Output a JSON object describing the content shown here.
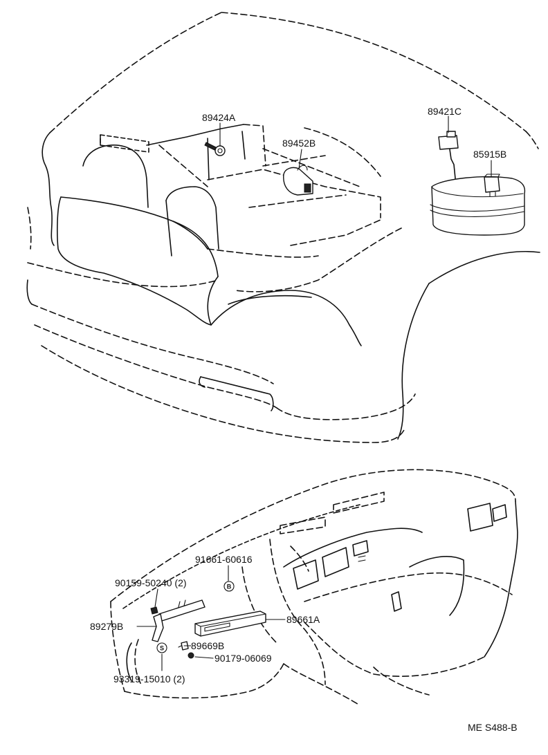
{
  "part_labels": {
    "p89424A": "89424A",
    "p89452B": "89452B",
    "p89421C": "89421C",
    "p85915B": "85915B",
    "p91661": "91661-60616",
    "p90159": "90159-50240 (2)",
    "p89279B": "89279B",
    "p89661A": "89661A",
    "p89669B": "89669B",
    "p90179": "90179-06069",
    "p93319": "93319-15010 (2)"
  },
  "symbols": {
    "b_mark": "B",
    "s_mark": "S"
  },
  "footer": {
    "drawing_code": "ME  S488-B"
  }
}
